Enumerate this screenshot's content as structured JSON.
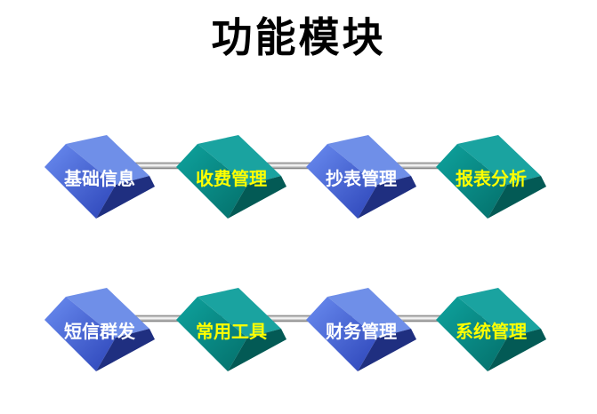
{
  "page": {
    "title": "功能模块"
  },
  "colors": {
    "blue_top": "#6f8fe8",
    "blue_left": "#4a6ad8",
    "blue_bottom": "#1f2f80",
    "teal_top": "#1aa3a0",
    "teal_left": "#088a86",
    "teal_bottom": "#035a55",
    "blue_text": "#ffffff",
    "teal_text": "#ffff00"
  },
  "rows": [
    {
      "modules": [
        {
          "label": "基础信息",
          "style": "blue"
        },
        {
          "label": "收费管理",
          "style": "teal"
        },
        {
          "label": "抄表管理",
          "style": "blue"
        },
        {
          "label": "报表分析",
          "style": "teal"
        }
      ]
    },
    {
      "modules": [
        {
          "label": "短信群发",
          "style": "blue"
        },
        {
          "label": "常用工具",
          "style": "teal"
        },
        {
          "label": "财务管理",
          "style": "blue"
        },
        {
          "label": "系统管理",
          "style": "teal"
        }
      ]
    }
  ]
}
